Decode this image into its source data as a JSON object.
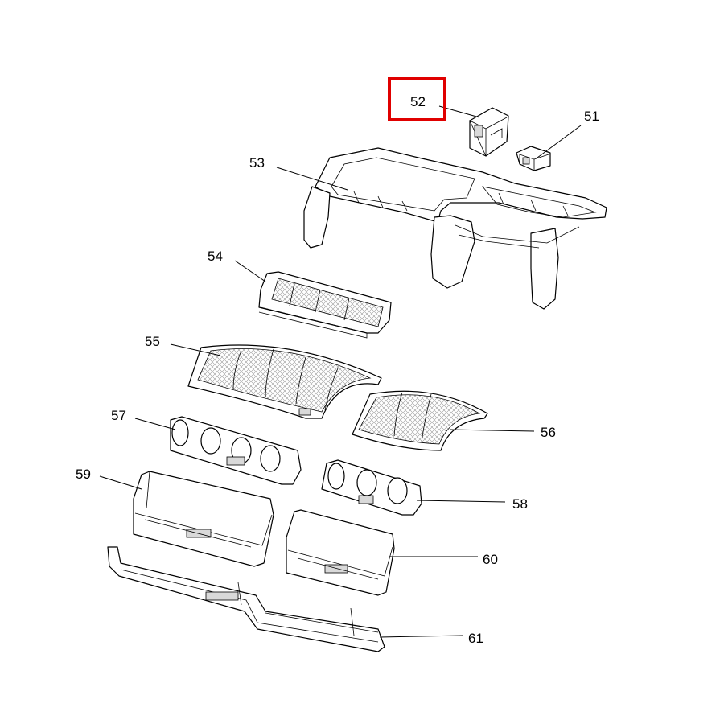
{
  "diagram": {
    "highlight_color": "#e00000",
    "callouts": [
      {
        "id": "c51",
        "label": "51"
      },
      {
        "id": "c52",
        "label": "52",
        "highlighted": true
      },
      {
        "id": "c53",
        "label": "53"
      },
      {
        "id": "c54",
        "label": "54"
      },
      {
        "id": "c55",
        "label": "55"
      },
      {
        "id": "c56",
        "label": "56"
      },
      {
        "id": "c57",
        "label": "57"
      },
      {
        "id": "c58",
        "label": "58"
      },
      {
        "id": "c59",
        "label": "59"
      },
      {
        "id": "c60",
        "label": "60"
      },
      {
        "id": "c61",
        "label": "61"
      }
    ]
  }
}
